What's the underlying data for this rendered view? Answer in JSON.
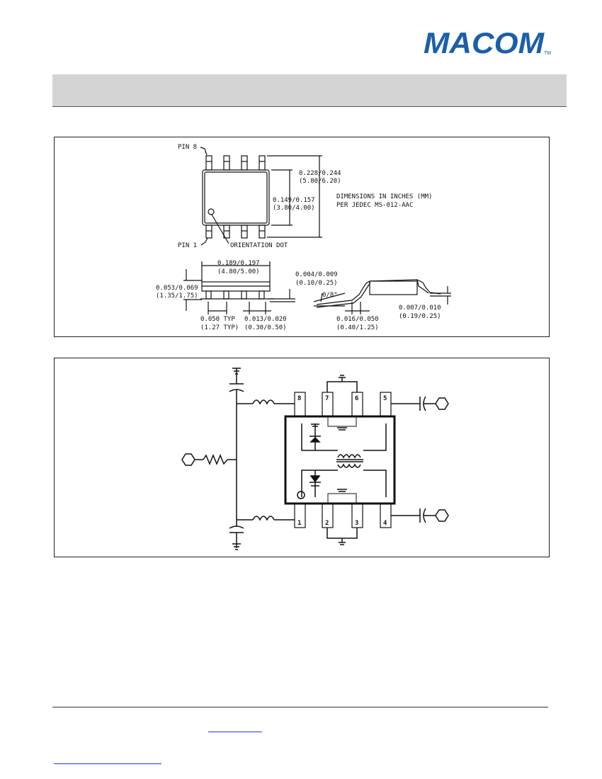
{
  "brand": {
    "logo_text": "MACOM",
    "trademark": "TM",
    "color": "#1b5fa8"
  },
  "package_outline": {
    "pin8_label": "PIN 8",
    "pin1_label": "PIN 1",
    "orientation_dot_label": "ORIENTATION DOT",
    "dim_overall_width_in": "0.228/0.244",
    "dim_overall_width_mm": "(5.80/6.20)",
    "dim_body_width_in": "0.149/0.157",
    "dim_body_width_mm": "(3.80/4.00)",
    "notes_line1": "DIMENSIONS IN INCHES (MM)",
    "notes_line2": "PER JEDEC MS-012-AAC",
    "dim_length_in": "0.189/0.197",
    "dim_length_mm": "(4.80/5.00)",
    "dim_height_in": "0.053/0.069",
    "dim_height_mm": "(1.35/1.75)",
    "dim_standoff_in": "0.004/0.009",
    "dim_standoff_mm": "(0.10/0.25)",
    "dim_pitch_in": "0.050 TYP",
    "dim_pitch_mm": "(1.27 TYP)",
    "dim_lead_width_in": "0.013/0.020",
    "dim_lead_width_mm": "(0.30/0.50)",
    "dim_angle": "0/8°",
    "dim_foot_in": "0.016/0.050",
    "dim_foot_mm": "(0.40/1.25)",
    "dim_lead_thk_in": "0.007/0.010",
    "dim_lead_thk_mm": "(0.19/0.25)"
  },
  "schematic": {
    "pins_top": [
      "8",
      "7",
      "6",
      "5"
    ],
    "pins_bottom": [
      "1",
      "2",
      "3",
      "4"
    ]
  }
}
